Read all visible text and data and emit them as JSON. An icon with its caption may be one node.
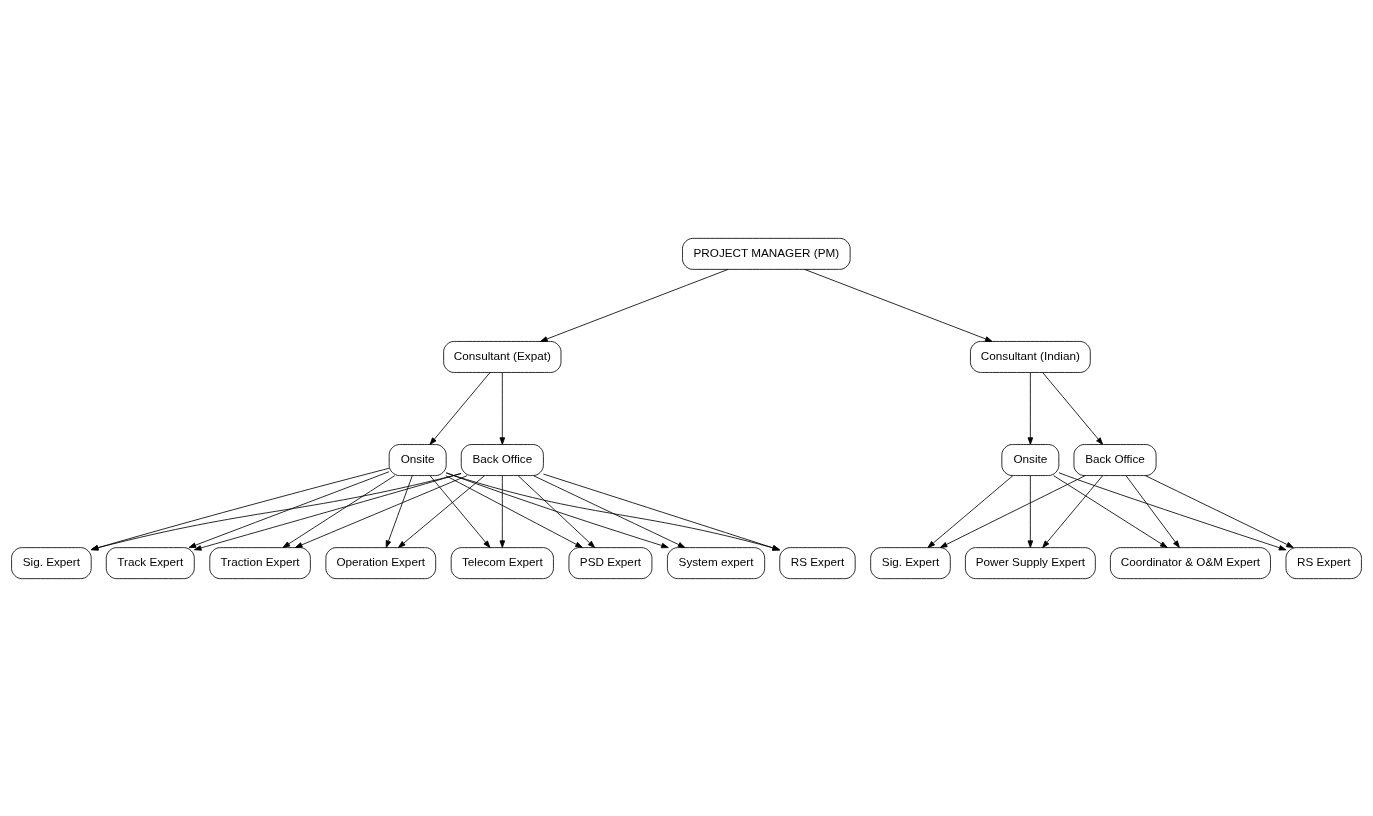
{
  "diagram": {
    "nodes": [
      {
        "text": [
          "PROJECT MANAGER (PM)"
        ]
      },
      {
        "text": [
          "Consultant (Expat)"
        ]
      },
      {
        "text": [
          "Consultant (Indian)"
        ]
      },
      {
        "text": [
          "Onsite"
        ]
      },
      {
        "text": [
          "Back Office"
        ]
      },
      {
        "text": [
          "Onsite"
        ]
      },
      {
        "text": [
          "Back Office"
        ]
      },
      {
        "text": [
          "System expert"
        ]
      },
      {
        "text": [
          "RS Expert"
        ]
      },
      {
        "text": [
          "Sig. Expert"
        ]
      },
      {
        "text": [
          "Track Expert"
        ]
      },
      {
        "text": [
          "Traction Expert"
        ]
      },
      {
        "text": [
          "Operation Expert"
        ]
      },
      {
        "text": [
          "Telecom Expert"
        ]
      },
      {
        "text": [
          "PSD Expert"
        ]
      },
      {
        "text": [
          "Coordinator & O&M Expert"
        ]
      },
      {
        "text": [
          "RS Expert"
        ]
      },
      {
        "text": [
          "Sig. Expert"
        ]
      },
      {
        "text": [
          "Power Supply Expert"
        ]
      }
    ],
    "edges": [
      {
        "from": 0,
        "to": 1,
        "arrow": "to"
      },
      {
        "from": 0,
        "to": 2,
        "arrow": "to"
      },
      {
        "from": 1,
        "to": 3,
        "arrow": "to"
      },
      {
        "from": 1,
        "to": 4,
        "arrow": "to"
      },
      {
        "from": 2,
        "to": 5,
        "arrow": "to"
      },
      {
        "from": 2,
        "to": 6,
        "arrow": "to"
      },
      {
        "from": 3,
        "to": 7,
        "arrow": "to"
      },
      {
        "from": 3,
        "to": 8,
        "arrow": "to"
      },
      {
        "from": 3,
        "to": 9,
        "arrow": "to"
      },
      {
        "from": 3,
        "to": 10,
        "arrow": "to"
      },
      {
        "from": 3,
        "to": 11,
        "arrow": "to"
      },
      {
        "from": 3,
        "to": 12,
        "arrow": "to"
      },
      {
        "from": 3,
        "to": 13,
        "arrow": "to"
      },
      {
        "from": 3,
        "to": 14,
        "arrow": "to"
      },
      {
        "from": 4,
        "to": 7,
        "arrow": "to"
      },
      {
        "from": 4,
        "to": 8,
        "arrow": "to"
      },
      {
        "from": 4,
        "to": 9,
        "arrow": "to"
      },
      {
        "from": 4,
        "to": 10,
        "arrow": "to"
      },
      {
        "from": 4,
        "to": 11,
        "arrow": "to"
      },
      {
        "from": 4,
        "to": 12,
        "arrow": "to"
      },
      {
        "from": 4,
        "to": 13,
        "arrow": "to"
      },
      {
        "from": 4,
        "to": 14,
        "arrow": "to"
      },
      {
        "from": 5,
        "to": 15,
        "arrow": "to"
      },
      {
        "from": 5,
        "to": 16,
        "arrow": "to"
      },
      {
        "from": 5,
        "to": 17,
        "arrow": "to"
      },
      {
        "from": 5,
        "to": 18,
        "arrow": "to"
      },
      {
        "from": 6,
        "to": 15,
        "arrow": "to"
      },
      {
        "from": 6,
        "to": 16,
        "arrow": "to"
      },
      {
        "from": 6,
        "to": 17,
        "arrow": "to"
      },
      {
        "from": 6,
        "to": 18,
        "arrow": "to"
      }
    ]
  }
}
